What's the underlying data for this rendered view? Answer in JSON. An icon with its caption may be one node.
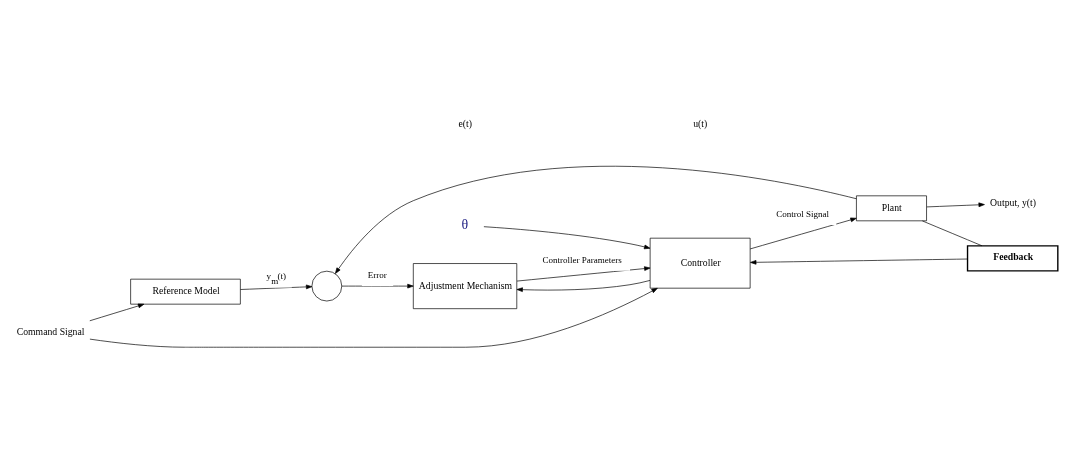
{
  "diagram": {
    "nodes": [
      {
        "text": [
          "Reference Model"
        ]
      },
      {
        "text": [],
        "shape": "circle"
      },
      {
        "text": [
          "Adjustment Mechanism"
        ]
      },
      {
        "text": [
          "θ"
        ]
      },
      {
        "text": [
          "Command Signal"
        ]
      },
      {
        "text": [
          "Controller"
        ]
      },
      {
        "text": [
          "Plant"
        ]
      },
      {
        "text": [
          "Output, y(t)"
        ]
      },
      {
        "text": [
          "Feedback"
        ]
      }
    ],
    "edges": [
      {
        "from": 4,
        "to": 0,
        "arrow": "to"
      },
      {
        "from": 4,
        "to": 5,
        "arrow": "to"
      },
      {
        "from": 0,
        "to": 1,
        "arrow": "to",
        "label": "y$_{m}$(t)"
      },
      {
        "from": 6,
        "to": 1,
        "arrow": "to"
      },
      {
        "from": 1,
        "to": 2,
        "arrow": "to",
        "label": "Error"
      },
      {
        "from": 2,
        "to": 5,
        "arrow": "to",
        "label": "Controller Parameters"
      },
      {
        "from": 3,
        "to": 5,
        "arrow": "to"
      },
      {
        "from": 5,
        "to": 6,
        "arrow": "to",
        "label": "Control Signal"
      },
      {
        "from": 5,
        "to": 2,
        "arrow": "to"
      },
      {
        "from": 6,
        "to": 7,
        "arrow": "to"
      },
      {
        "from": 6,
        "to": 8,
        "arrow": "none"
      },
      {
        "from": 8,
        "to": 5,
        "arrow": "to"
      }
    ],
    "labels": [
      "e(t)",
      "u(t)"
    ]
  }
}
